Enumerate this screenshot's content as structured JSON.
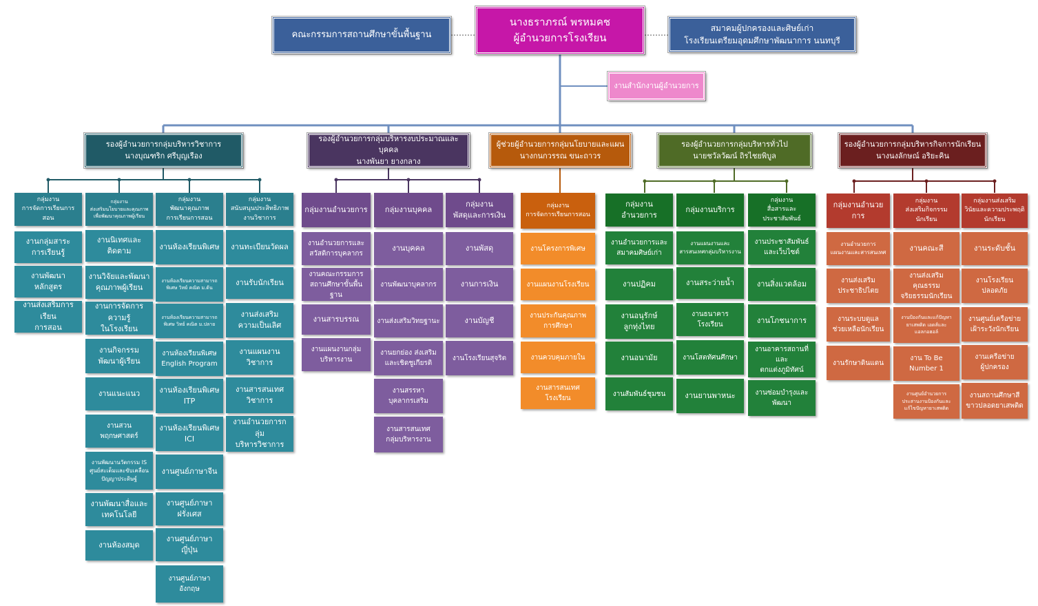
{
  "top": {
    "director_name": "นางธราภรณ์ พรหมคช",
    "director_title": "ผู้อำนวยการโรงเรียน",
    "board": "คณะกรรมการสถานศึกษาขั้นพื้นฐาน",
    "association_line1": "สมาคมผู้ปกครองและศิษย์เก่า",
    "association_line2": "โรงเรียนเตรียมอุดมศึกษาพัฒนาการ นนทบุรี",
    "office": "งานสำนักงานผู้อำนวยการ"
  },
  "colors": {
    "connector": "#6f8fbf",
    "academic": "#205a66",
    "budget": "#4a3560",
    "policy": "#b65a0c",
    "general": "#4f6b26",
    "student": "#6b1f1f"
  },
  "divisions": {
    "academic": {
      "title": "รองผู้อำนวยการกลุ่มบริหารวิชาการ\nนางบุณฑริก ศรีบุญเรือง",
      "groups": [
        {
          "title": "กลุ่มงาน\nการจัดการเรียนการสอน",
          "items": [
            "งานกลุ่มสาระ\nการเรียนรู้",
            "งานพัฒนาหลักสูตร",
            "งานส่งเสริมการเรียน\nการสอน"
          ]
        },
        {
          "title": "กลุ่มงาน\nส่งเสริมนโยบายและคุณภาพ\nเพื่อพัฒนาคุณภาพผู้เรียน",
          "items": [
            "งานนิเทศและติดตาม",
            "งานวิจัยและพัฒนา\nคุณภาพผู้เรียน",
            "งานการจัดการความรู้\nในโรงเรียน",
            "งานกิจกรรม\nพัฒนาผู้เรียน",
            "งานแนะแนว",
            "งานสวนพฤกษศาสตร์",
            "งานพัฒนานวัตกรรม IS\nศูนย์สะเต็มและขับเคลื่อน\nปัญญาประดิษฐ์",
            "งานพัฒนาสื่อและ\nเทคโนโลยี",
            "งานห้องสมุด"
          ]
        },
        {
          "title": "กลุ่มงาน\nพัฒนาคุณภาพ\nการเรียนการสอน",
          "items": [
            "งานห้องเรียนพิเศษ",
            "งานห้องเรียนความสามารถ\nพิเศษ วิทย์ คณิต ม.ต้น",
            "งานห้องเรียนความสามารถ\nพิเศษ วิทย์ คณิต ม.ปลาย",
            "งานห้องเรียนพิเศษ\nEnglish Program",
            "งานห้องเรียนพิเศษ\nITP",
            "งานห้องเรียนพิเศษ\nICI",
            "งานศูนย์ภาษาจีน",
            "งานศูนย์ภาษา\nฝรั่งเศส",
            "งานศูนย์ภาษาญี่ปุ่น",
            "งานศูนย์ภาษาอังกฤษ"
          ]
        },
        {
          "title": "กลุ่มงาน\nสนับสนุนประสิทธิภาพ\nงานวิชาการ",
          "items": [
            "งานทะเบียนวัดผล",
            "งานรับนักเรียน",
            "งานส่งเสริม\nความเป็นเลิศ",
            "งานแผนงาน\nวิชาการ",
            "งานสารสนเทศ\nวิชาการ",
            "งานอำนวยการกลุ่ม\nบริหารวิชาการ"
          ]
        }
      ]
    },
    "budget": {
      "title": "รองผู้อำนวยการกลุ่มบริหารงบประมาณและบุคคล\nนางพันยา ยางกลาง",
      "groups": [
        {
          "title": "กลุ่มงานอำนวยการ",
          "items": [
            "งานอำนวยการและ\nสวัสดิการบุคลากร",
            "งานคณะกรรมการ\nสถานศึกษาขั้นพื้นฐาน",
            "งานสารบรรณ",
            "งานแผนงานกลุ่ม\nบริหารงาน"
          ]
        },
        {
          "title": "กลุ่มงานบุคคล",
          "items": [
            "งานบุคคล",
            "งานพัฒนาบุคลากร",
            "งานส่งเสริมวิทยฐานะ",
            "งานยกย่อง ส่งเสริม\nและเชิดชูเกียรติ",
            "งานสรรหา\nบุคลากรเสริม",
            "งานสารสนเทศ\nกลุ่มบริหารงาน"
          ]
        },
        {
          "title": "กลุ่มงาน\nพัสดุและการเงิน",
          "items": [
            "งานพัสดุ",
            "งานการเงิน",
            "งานบัญชี",
            "งานโรงเรียนสุจริต"
          ]
        }
      ]
    },
    "policy": {
      "title": "ผู้ช่วยผู้อำนวยการกลุ่มนโยบายและแผน\nนางกนกวรรณ ขนะถาวร",
      "groups": [
        {
          "title": "กลุ่มงาน\nการจัดการเรียนการสอน",
          "items": [
            "งานโครงการพิเศษ",
            "งานแผนงานโรงเรียน",
            "งานประกันคุณภาพ\nการศึกษา",
            "งานควบคุมภายใน",
            "งานสารสนเทศโรงเรียน"
          ]
        }
      ]
    },
    "general": {
      "title": "รองผู้อำนวยการกลุ่มบริหารทั่วไป\nนายชวัลวัฒน์ ถิรไชยพิบูล",
      "groups": [
        {
          "title": "กลุ่มงาน\nอำนวยการ",
          "items": [
            "งานอำนวยการและ\nสมาคมศิษย์เก่า",
            "งานปฏิคม",
            "งานอนุรักษ์\nลูกทุ่งไทย",
            "งานอนามัย",
            "งานสัมพันธ์ชุมชน"
          ]
        },
        {
          "title": "กลุ่มงานบริการ",
          "items": [
            "งานแผนงานและ\nสารสนเทศกลุ่มบริหารงาน",
            "งานสระว่ายน้ำ",
            "งานธนาคารโรงเรียน",
            "งานโสตทัศนศึกษา",
            "งานยานพาหนะ"
          ]
        },
        {
          "title": "กลุ่มงาน\nสื่อสารและประชาสัมพันธ์",
          "items": [
            "งานประชาสัมพันธ์\nและเว็บไซต์",
            "งานสิ่งแวดล้อม",
            "งานโภชนาการ",
            "งานอาคารสถานที่และ\nตกแต่งภูมิทัศน์",
            "งานซ่อมบำรุงและ\nพัฒนา"
          ]
        }
      ]
    },
    "student": {
      "title": "รองผู้อำนวยการกลุ่มบริหารกิจการนักเรียน\nนางนงลักษณ์ อริยะคิน",
      "groups": [
        {
          "title": "กลุ่มงานอำนวยการ",
          "items": [
            "งานอำนวยการ\nแผนงานและสารสนเทศ",
            "งานส่งเสริม\nประชาธิปไตย",
            "งานระบบดูแล\nช่วยเหลือนักเรียน",
            "งานรักษาดินแดน"
          ]
        },
        {
          "title": "กลุ่มงาน\nส่งเสริมกิจกรรมนักเรียน",
          "items": [
            "งานคณะสี",
            "งานส่งเสริมคุณธรรม\nจริยธรรมนักเรียน",
            "งานป้องกันและแก้ปัญหา\nยาเสพติด เอดส์และ\nแอลกอฮอล์",
            "งาน To Be\nNumber 1",
            "งานศูนย์อำนวยการ\nประสานงานป้องกันและ\nแก้ไขปัญหายาเสพติด"
          ]
        },
        {
          "title": "กลุ่มงานส่งเสริม\nวินัยและความประพฤติ\nนักเรียน",
          "items": [
            "งานระดับชั้น",
            "งานโรงเรียน\nปลอดภัย",
            "งานศูนย์เครือข่าย\nเฝ้าระวังนักเรียน",
            "งานเครือข่าย\nผู้ปกครอง",
            "งานสถานศึกษาสี\nขาวปลอดยาเสพติด"
          ]
        }
      ]
    }
  }
}
